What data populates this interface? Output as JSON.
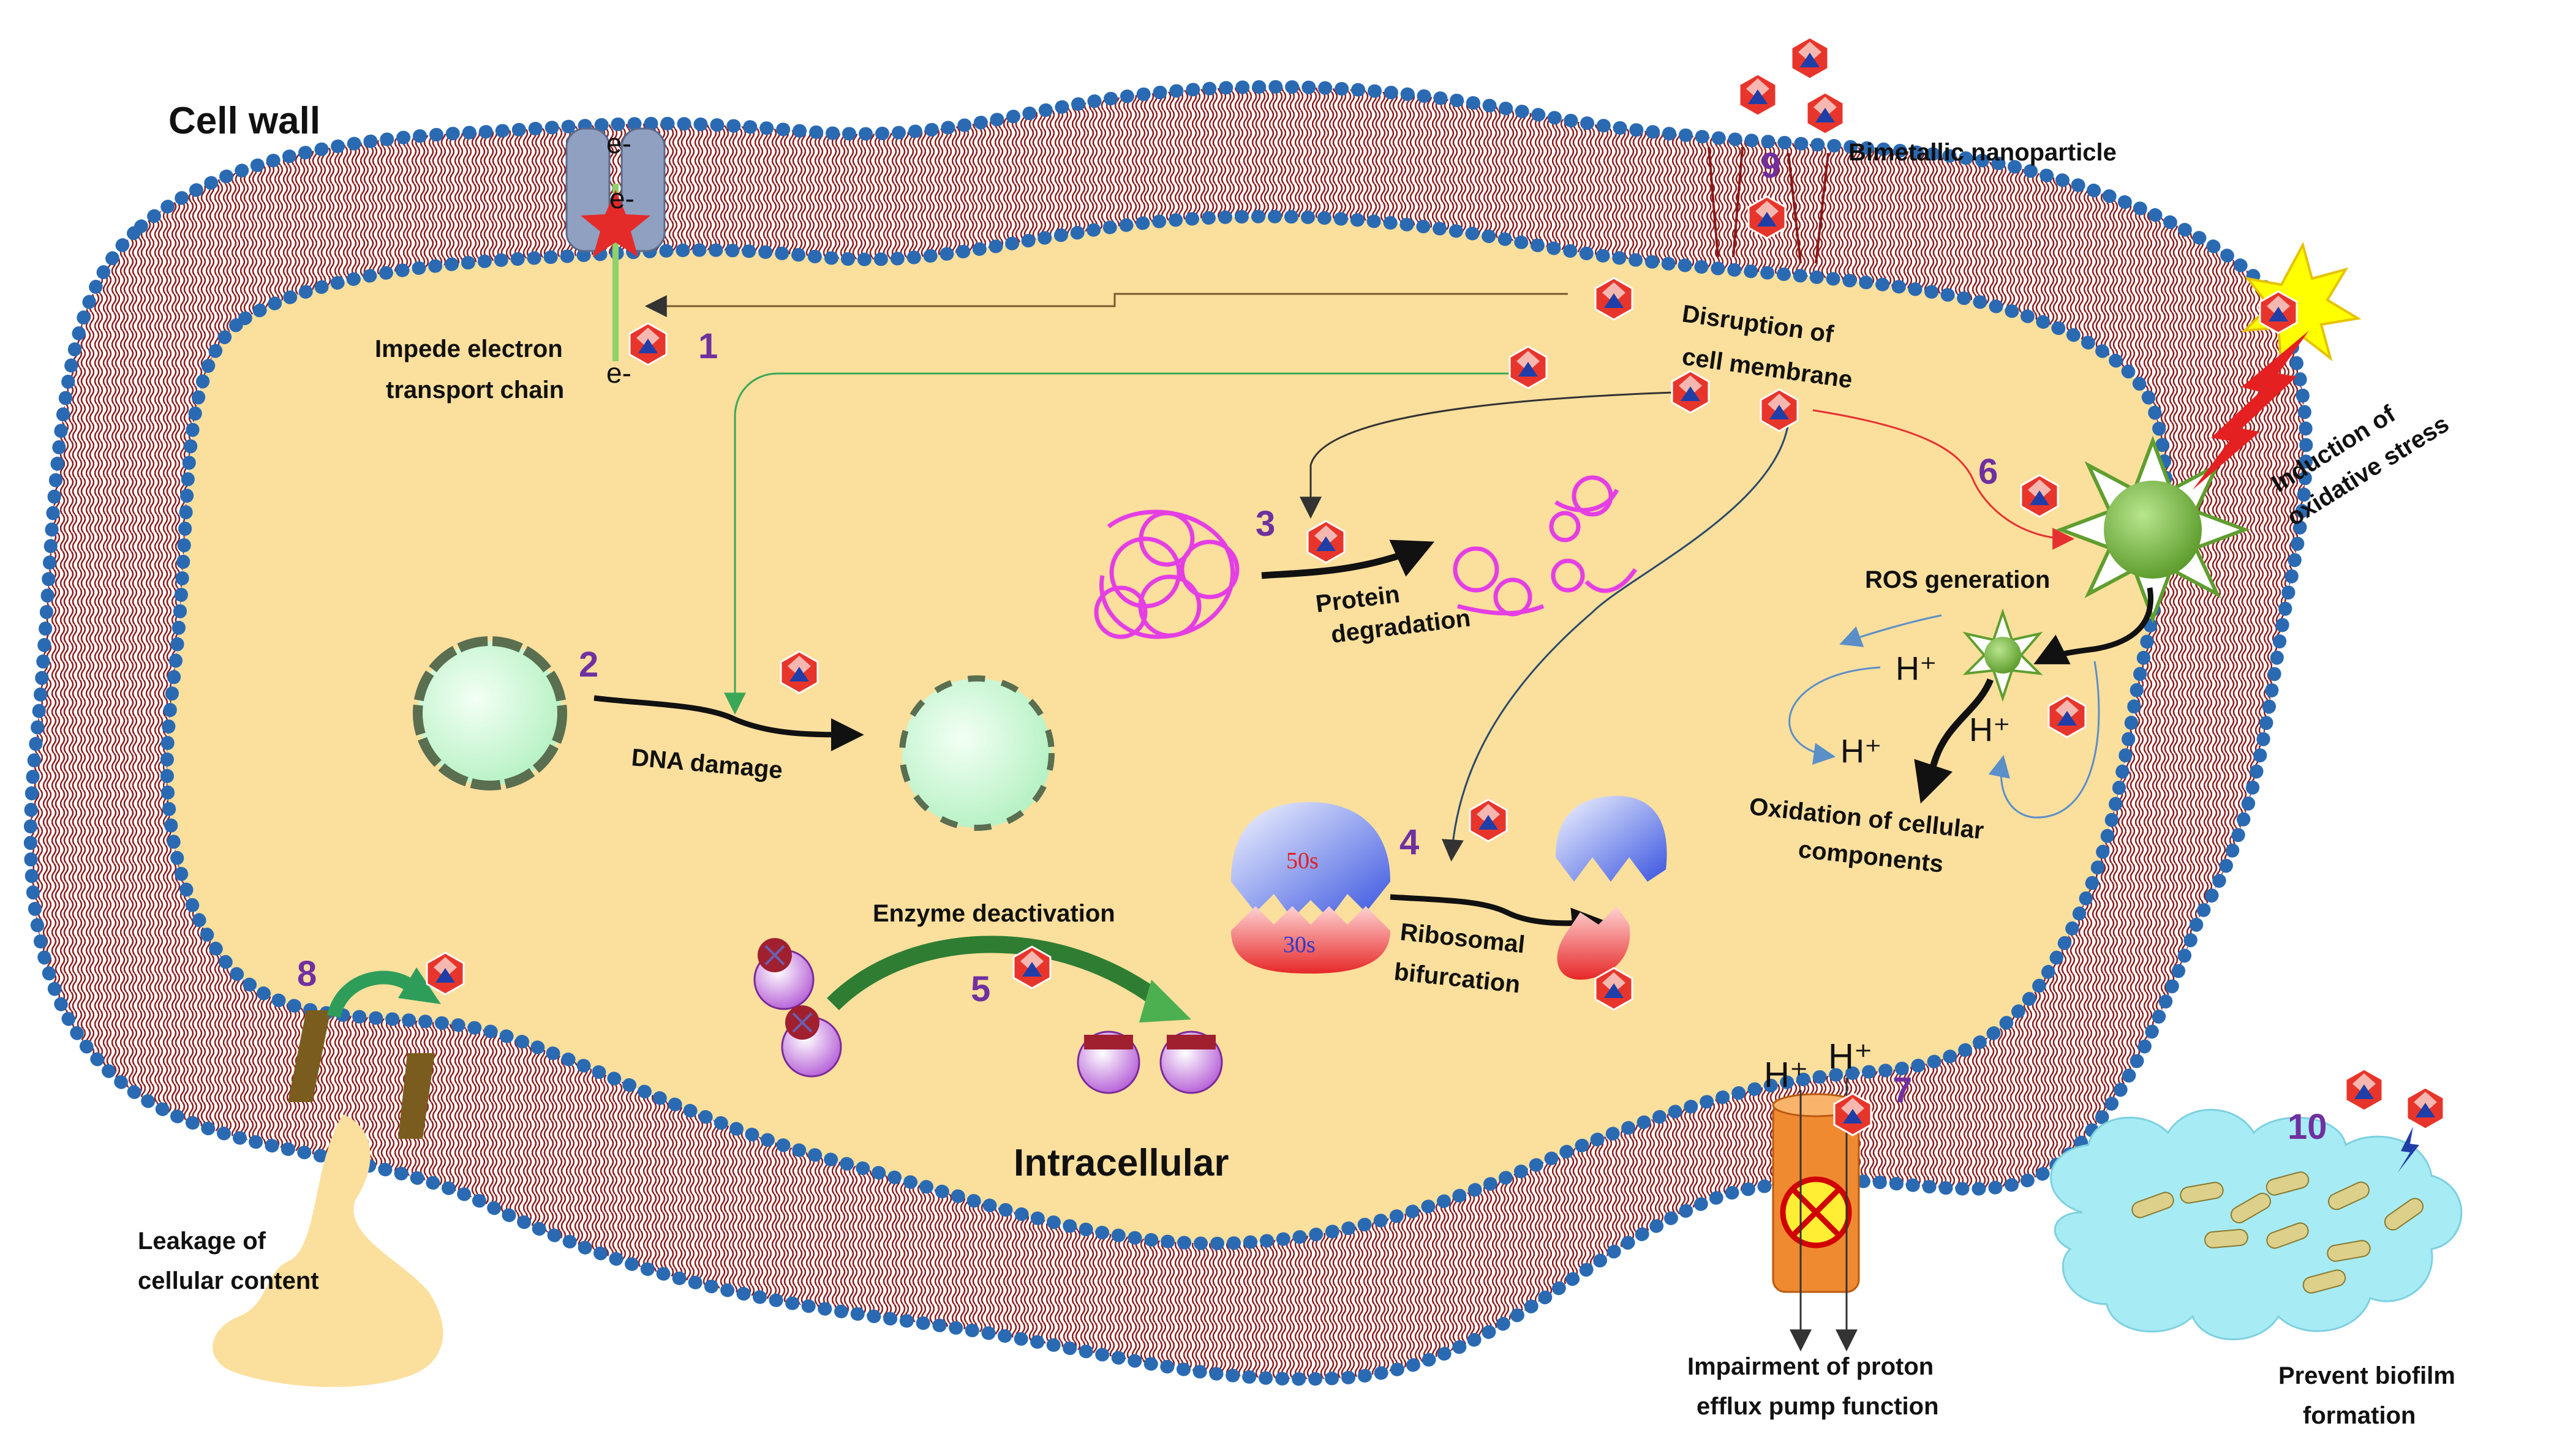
{
  "labels": {
    "cell_wall": "Cell wall",
    "bimetallic_nanoparticle": "Bimetallic nanoparticle",
    "intracellular": "Intracellular",
    "impede_line1": "Impede electron",
    "impede_line2": "transport chain",
    "disruption_line1": "Disruption of",
    "disruption_line2": "cell membrane",
    "protein_line1": "Protein",
    "protein_line2": "degradation",
    "dna_damage": "DNA damage",
    "ros_generation": "ROS generation",
    "induction_line1": "Induction of",
    "induction_line2": "oxidative stress",
    "oxidation_line1": "Oxidation of cellular",
    "oxidation_line2": "components",
    "ribosomal_line1": "Ribosomal",
    "ribosomal_line2": "bifurcation",
    "enzyme_deactivation": "Enzyme deactivation",
    "leakage_line1": "Leakage of",
    "leakage_line2": "cellular content",
    "proton_line1": "Impairment of proton",
    "proton_line2": "efflux pump function",
    "biofilm_line1": "Prevent biofilm",
    "biofilm_line2": "formation"
  },
  "numbers": {
    "n1": "1",
    "n2": "2",
    "n3": "3",
    "n4": "4",
    "n5": "5",
    "n6": "6",
    "n7": "7",
    "n8": "8",
    "n9": "9",
    "n10": "10"
  },
  "symbols": {
    "electron": "e-",
    "proton": "H⁺",
    "ribosome_large": "50s",
    "ribosome_small": "30s"
  },
  "colors": {
    "cytoplasm": "#fbdf9d",
    "lipid_head": "#2a6ab3",
    "lipid_tail": "#8b1a1a",
    "number": "#7030a0",
    "nanoparticle": "#e8352b",
    "nanoparticle_core": "#1f3ea8",
    "ros": "#7ab648",
    "biofilm": "#a7ecf5",
    "pump": "#f08a30"
  },
  "icons": [
    "nanoparticle-icon",
    "explosion-icon",
    "lightning-icon",
    "ros-star-icon",
    "protein-icon",
    "dna-circle-icon",
    "ribosome-icon",
    "enzyme-icon",
    "pump-icon",
    "biofilm-icon"
  ]
}
